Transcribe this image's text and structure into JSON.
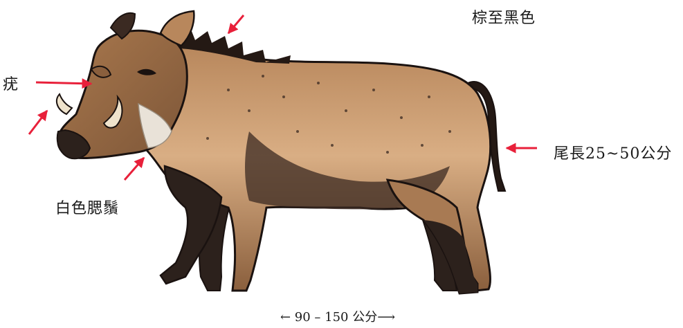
{
  "labels": {
    "coat_color": "棕至黑色",
    "wart": "疣",
    "beard": "白色腮鬚",
    "tail_length": "尾長25~50公分",
    "body_length": "← 90 – 150 公分⟶"
  },
  "colors": {
    "arrow": "#e8203a",
    "body_light": "#d9ae84",
    "body_mid": "#a87a53",
    "body_dark": "#3b2a22",
    "outline": "#1a1210",
    "tusk": "#efe3cc"
  }
}
